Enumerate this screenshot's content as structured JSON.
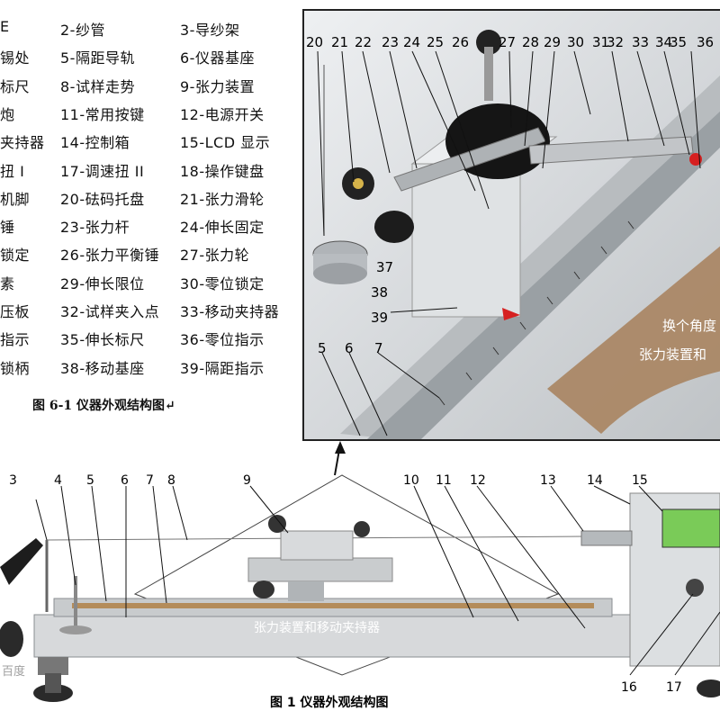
{
  "legend": {
    "items": [
      "E",
      "2-纱管",
      "3-导纱架",
      "锡处",
      "5-隔距导轨",
      "6-仪器基座",
      "标尺",
      "8-试样走势",
      "9-张力装置",
      "炮",
      "11-常用按键",
      "12-电源开关",
      "夹持器",
      "14-控制箱",
      "15-LCD 显示",
      "扭 I",
      "17-调速扭 II",
      "18-操作键盘",
      "机脚",
      "20-砝码托盘",
      "21-张力滑轮",
      "锤",
      "23-张力杆",
      "24-伸长固定",
      "锁定",
      "26-张力平衡锤",
      "27-张力轮",
      "素",
      "29-伸长限位",
      "30-零位锁定",
      "压板",
      "32-试样夹入点",
      "33-移动夹持器",
      "指示",
      "35-伸长标尺",
      "36-零位指示",
      "锁柄",
      "38-移动基座",
      "39-隔距指示"
    ],
    "caption": "图 6-1  仪器外观结构图↵"
  },
  "photo": {
    "top_numbers": [
      "20",
      "21",
      "22",
      "23",
      "24",
      "25",
      "26",
      "27",
      "28",
      "29",
      "30",
      "31",
      "32",
      "33",
      "34",
      "35",
      "36"
    ],
    "side_numbers": [
      "37",
      "38",
      "39"
    ],
    "bottom_numbers": [
      "5",
      "6",
      "7"
    ],
    "overlay_text": [
      "换个角度",
      "张力装置和"
    ]
  },
  "main": {
    "top_numbers": [
      "3",
      "4",
      "5",
      "6",
      "7",
      "8",
      "9",
      "10",
      "11",
      "12",
      "13",
      "14",
      "15"
    ],
    "bottom_numbers": [
      "16",
      "17"
    ],
    "center_label": "张力装置和移动夹持器",
    "watermark": "百度",
    "caption": "图 1  仪器外观结构图"
  },
  "colors": {
    "frame": "#222222",
    "instrument": "#c9ccce",
    "base": "#d7d9db",
    "leader": "#111111",
    "red_mark": "#d62020"
  }
}
